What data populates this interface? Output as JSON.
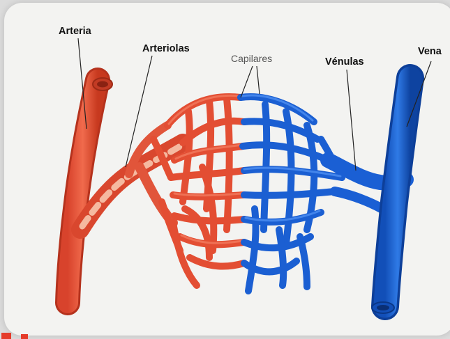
{
  "labels": {
    "arteria": "Arteria",
    "arteriolas": "Arteriolas",
    "capilares": "Capilares",
    "venulas": "Vénulas",
    "vena": "Vena"
  },
  "colors": {
    "artery_red": "#e8553a",
    "artery_dark": "#c73a25",
    "vein_blue": "#1a63d6",
    "vein_dark": "#0f47a8",
    "background": "#f3f3f1"
  }
}
